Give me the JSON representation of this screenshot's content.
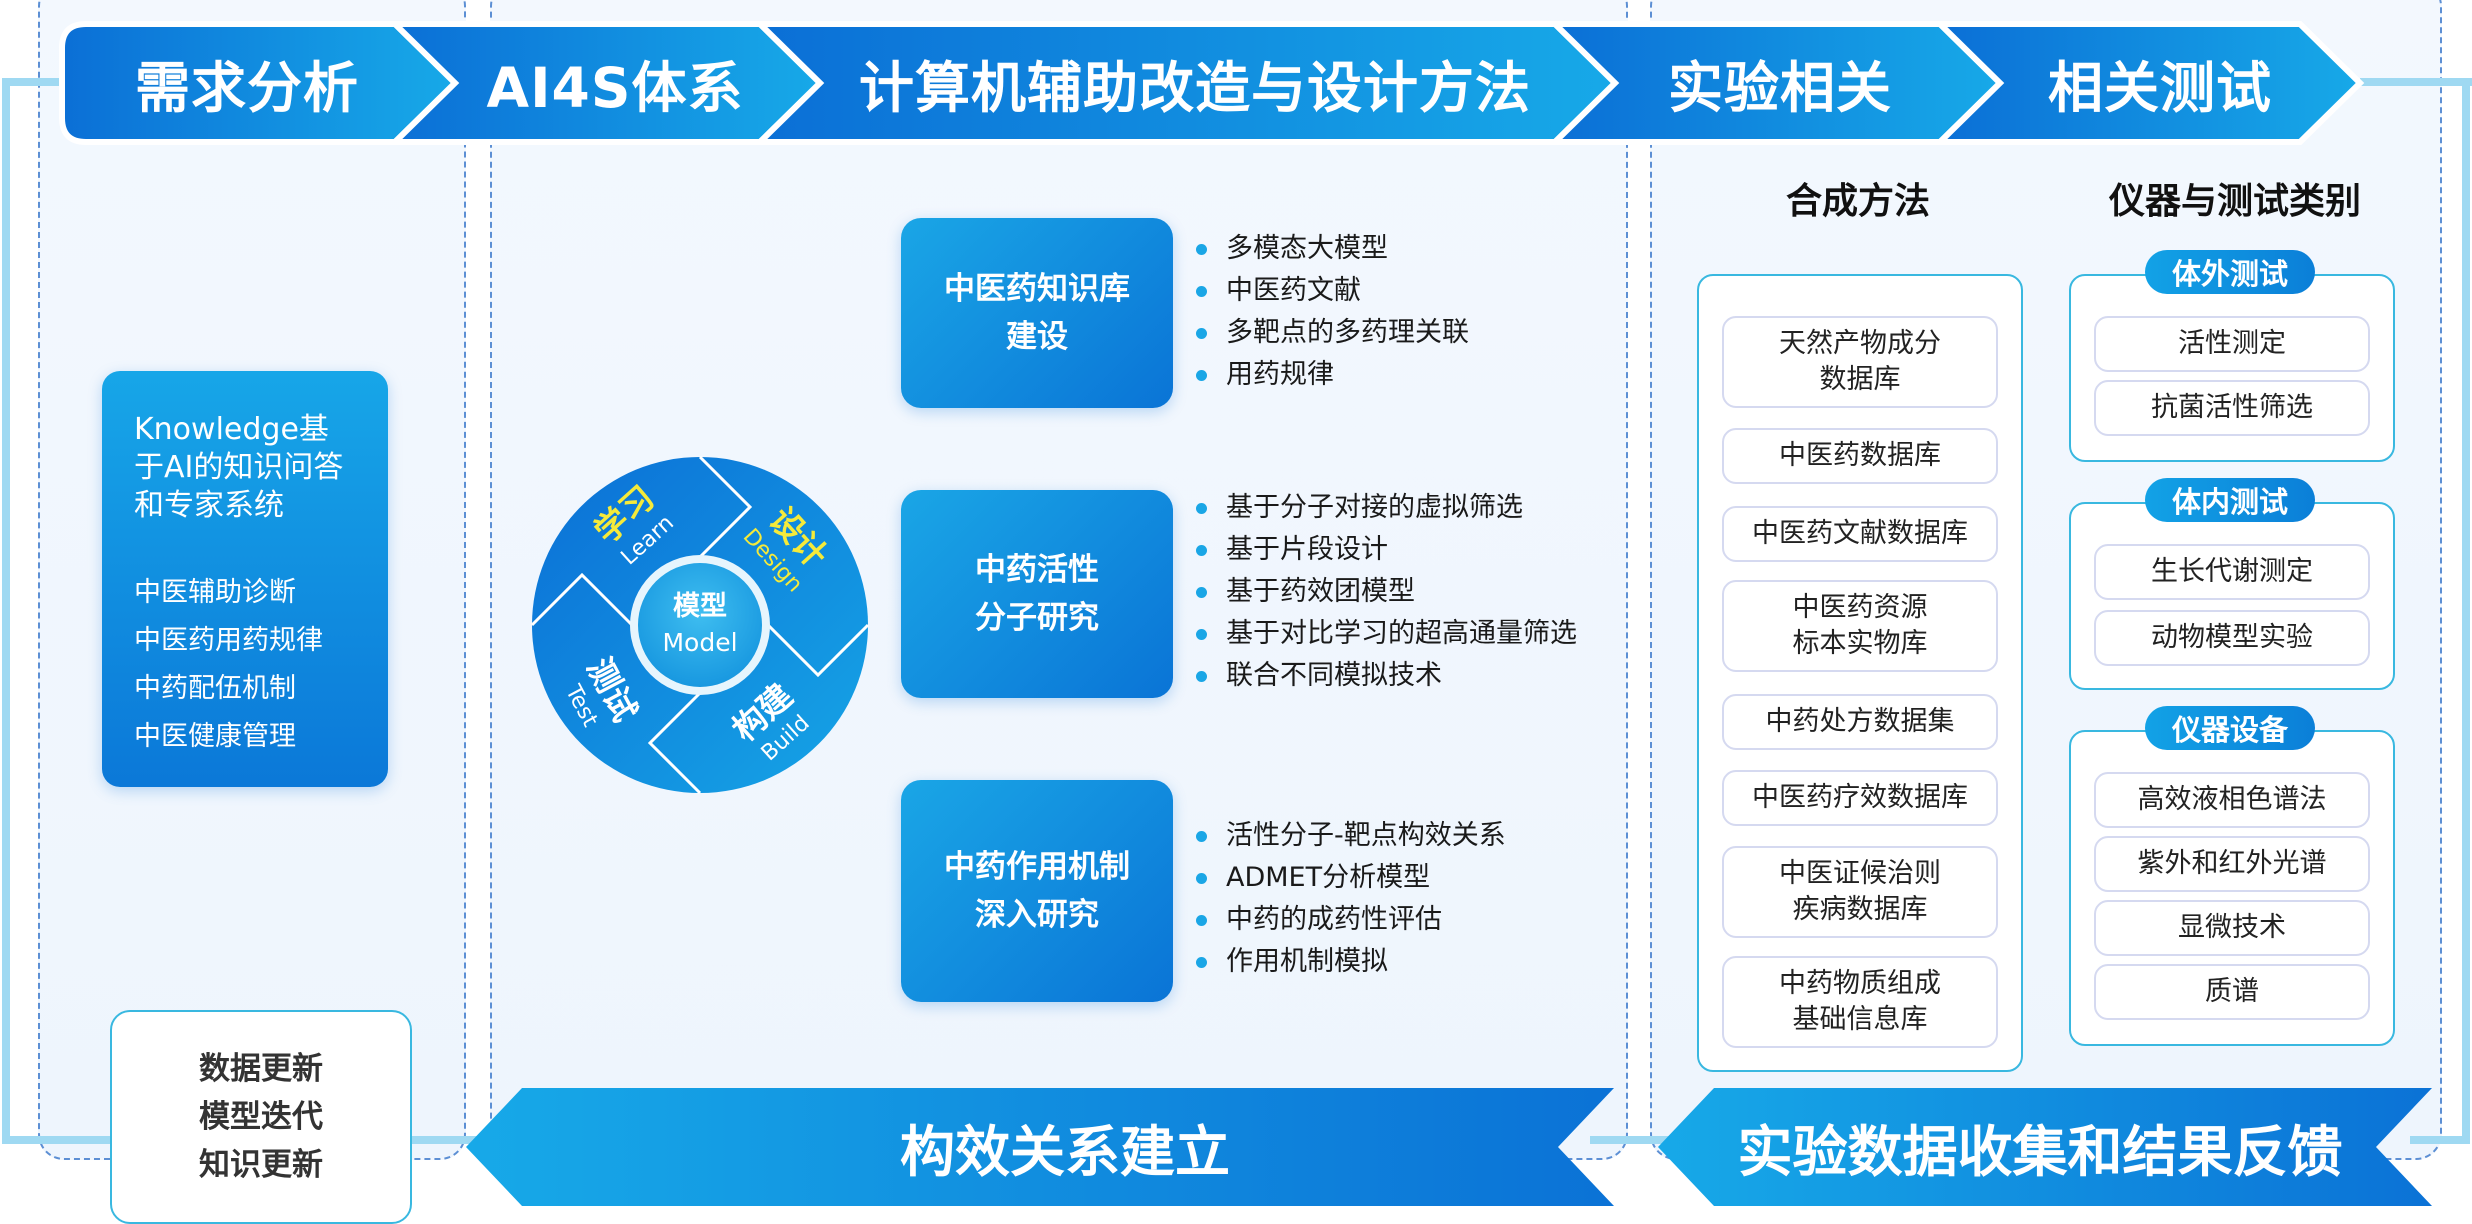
{
  "stages": [
    "需求分析",
    "AI4S体系",
    "计算机辅助改造与设计方法",
    "实验相关",
    "相关测试"
  ],
  "knowledge_panel": {
    "title": "Knowledge基于AI的知识问答和专家系统",
    "title_lines": [
      "Knowledge基",
      "于AI的知识问答",
      "和专家系统"
    ],
    "items": [
      "中医辅助诊断",
      "中医药用药规律",
      "中药配伍机制",
      "中医健康管理"
    ]
  },
  "feedback_box": [
    "数据更新",
    "模型迭代",
    "知识更新"
  ],
  "cycle": {
    "center_cn": "模型",
    "center_en": "Model",
    "quadrants": [
      {
        "cn": "学习",
        "en": "Learn"
      },
      {
        "cn": "设计",
        "en": "Design"
      },
      {
        "cn": "测试",
        "en": "Test"
      },
      {
        "cn": "构建",
        "en": "Build"
      }
    ]
  },
  "research_cards": [
    {
      "title_lines": [
        "中医药知识库",
        "建设"
      ],
      "bullets": [
        "多模态大模型",
        "中医药文献",
        "多靶点的多药理关联",
        "用药规律"
      ]
    },
    {
      "title_lines": [
        "中药活性",
        "分子研究"
      ],
      "bullets": [
        "基于分子对接的虚拟筛选",
        "基于片段设计",
        "基于药效团模型",
        "基于对比学习的超高通量筛选",
        "联合不同模拟技术"
      ]
    },
    {
      "title_lines": [
        "中药作用机制",
        "深入研究"
      ],
      "bullets": [
        "活性分子-靶点构效关系",
        "ADMET分析模型",
        "中药的成药性评估",
        "作用机制模拟"
      ]
    }
  ],
  "synthesis": {
    "title": "合成方法",
    "items": [
      [
        "天然产物成分",
        "数据库"
      ],
      [
        "中医药数据库"
      ],
      [
        "中医药文献数据库"
      ],
      [
        "中医药资源",
        "标本实物库"
      ],
      [
        "中药处方数据集"
      ],
      [
        "中医药疗效数据库"
      ],
      [
        "中医证候治则",
        "疾病数据库"
      ],
      [
        "中药物质组成",
        "基础信息库"
      ]
    ]
  },
  "instruments": {
    "title": "仪器与测试类别",
    "groups": [
      {
        "label": "体外测试",
        "items": [
          "活性测定",
          "抗菌活性筛选"
        ]
      },
      {
        "label": "体内测试",
        "items": [
          "生长代谢测定",
          "动物模型实验"
        ]
      },
      {
        "label": "仪器设备",
        "items": [
          "高效液相色谱法",
          "紫外和红外光谱",
          "显微技术",
          "质谱"
        ]
      }
    ]
  },
  "bottom_bands": [
    "构效关系建立",
    "实验数据收集和结果反馈"
  ],
  "colors": {
    "primary": "#0a74d6",
    "accent": "#1aa6e6",
    "highlight": "#f5ea3a",
    "line": "#9fd9f2"
  }
}
